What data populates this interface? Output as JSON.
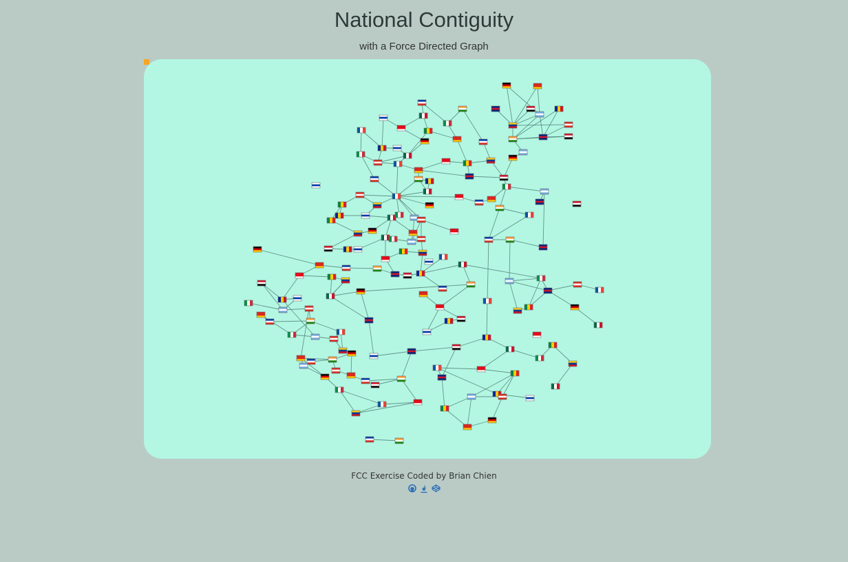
{
  "header": {
    "title": "National Contiguity",
    "subtitle": "with a Force Directed Graph"
  },
  "footer": {
    "credit": "FCC Exercise Coded by Brian Chien",
    "links": [
      {
        "icon": "github-icon"
      },
      {
        "icon": "freecodecamp-icon"
      },
      {
        "icon": "codepen-icon"
      }
    ]
  },
  "colors": {
    "page_background": "#bacbc5",
    "graph_background": "#b3f7e3",
    "link_stroke": "#4f7d70",
    "marker": "#f5a623",
    "footer_icon": "#2a6db8"
  }
}
